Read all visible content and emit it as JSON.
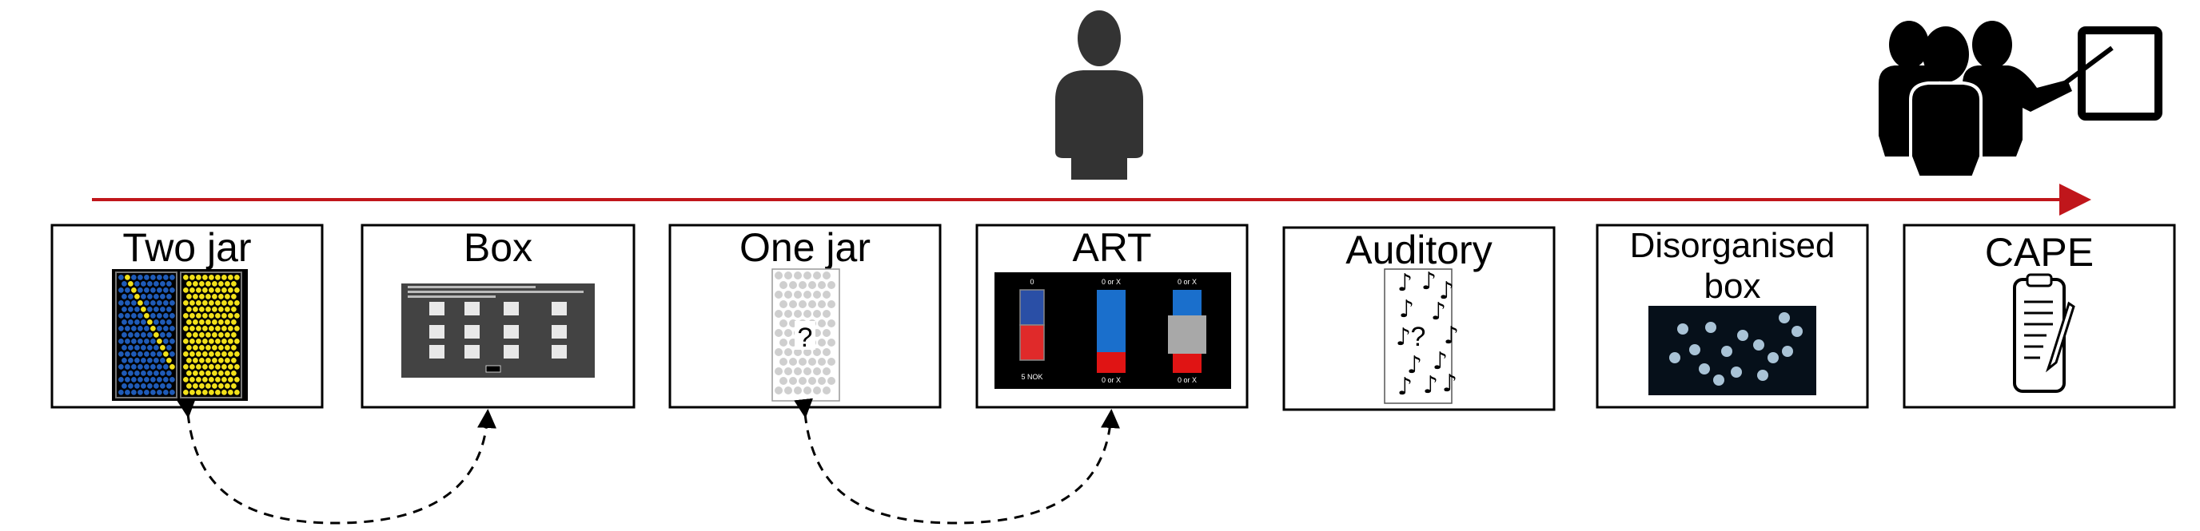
{
  "steps": [
    {
      "label": "Two jar"
    },
    {
      "label": "Box"
    },
    {
      "label": "One jar"
    },
    {
      "label": "ART"
    },
    {
      "label": "Auditory"
    },
    {
      "label_line1": "Disorganised",
      "label_line2": "box"
    },
    {
      "label": "CAPE"
    }
  ],
  "art_panel": {
    "bar1_top": "0",
    "bar1_bottom": "5 NOK",
    "bar2_top": "0 or X",
    "bar2_bottom": "0 or X",
    "bar3_top": "0 or X",
    "bar3_bottom": "0 or X"
  },
  "unknown_mark": "?",
  "colors": {
    "timeline_arrow": "#c0161b",
    "jar_blue": "#1f5bb8",
    "jar_yellow": "#f2e11a",
    "art_blue": "#1a6fcc",
    "art_red": "#e01414",
    "figure": "#333333"
  },
  "icons": [
    "person-icon",
    "group-presentation-icon",
    "clipboard-icon"
  ]
}
